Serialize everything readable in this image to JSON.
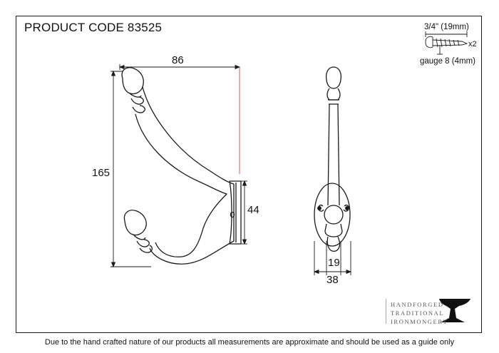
{
  "product": {
    "code_label": "PRODUCT CODE 83525"
  },
  "dimensions": {
    "width": "86",
    "height": "165",
    "plate_height": "44",
    "plate_inner_width": "19",
    "plate_width": "38"
  },
  "screw": {
    "length": "3/4\" (19mm)",
    "gauge": "gauge 8 (4mm)",
    "quantity": "x2"
  },
  "brand": {
    "lines": [
      "HANDFORGED",
      "TRADITIONAL",
      "IRONMONGERY"
    ],
    "logo_icon": "anvil-icon"
  },
  "footer": {
    "disclaimer": "Due to the hand crafted nature of our products all measurements are approximate and should be used as a guide only"
  },
  "colors": {
    "line": "#1a1a1a",
    "accent_line": "#c0392b"
  }
}
